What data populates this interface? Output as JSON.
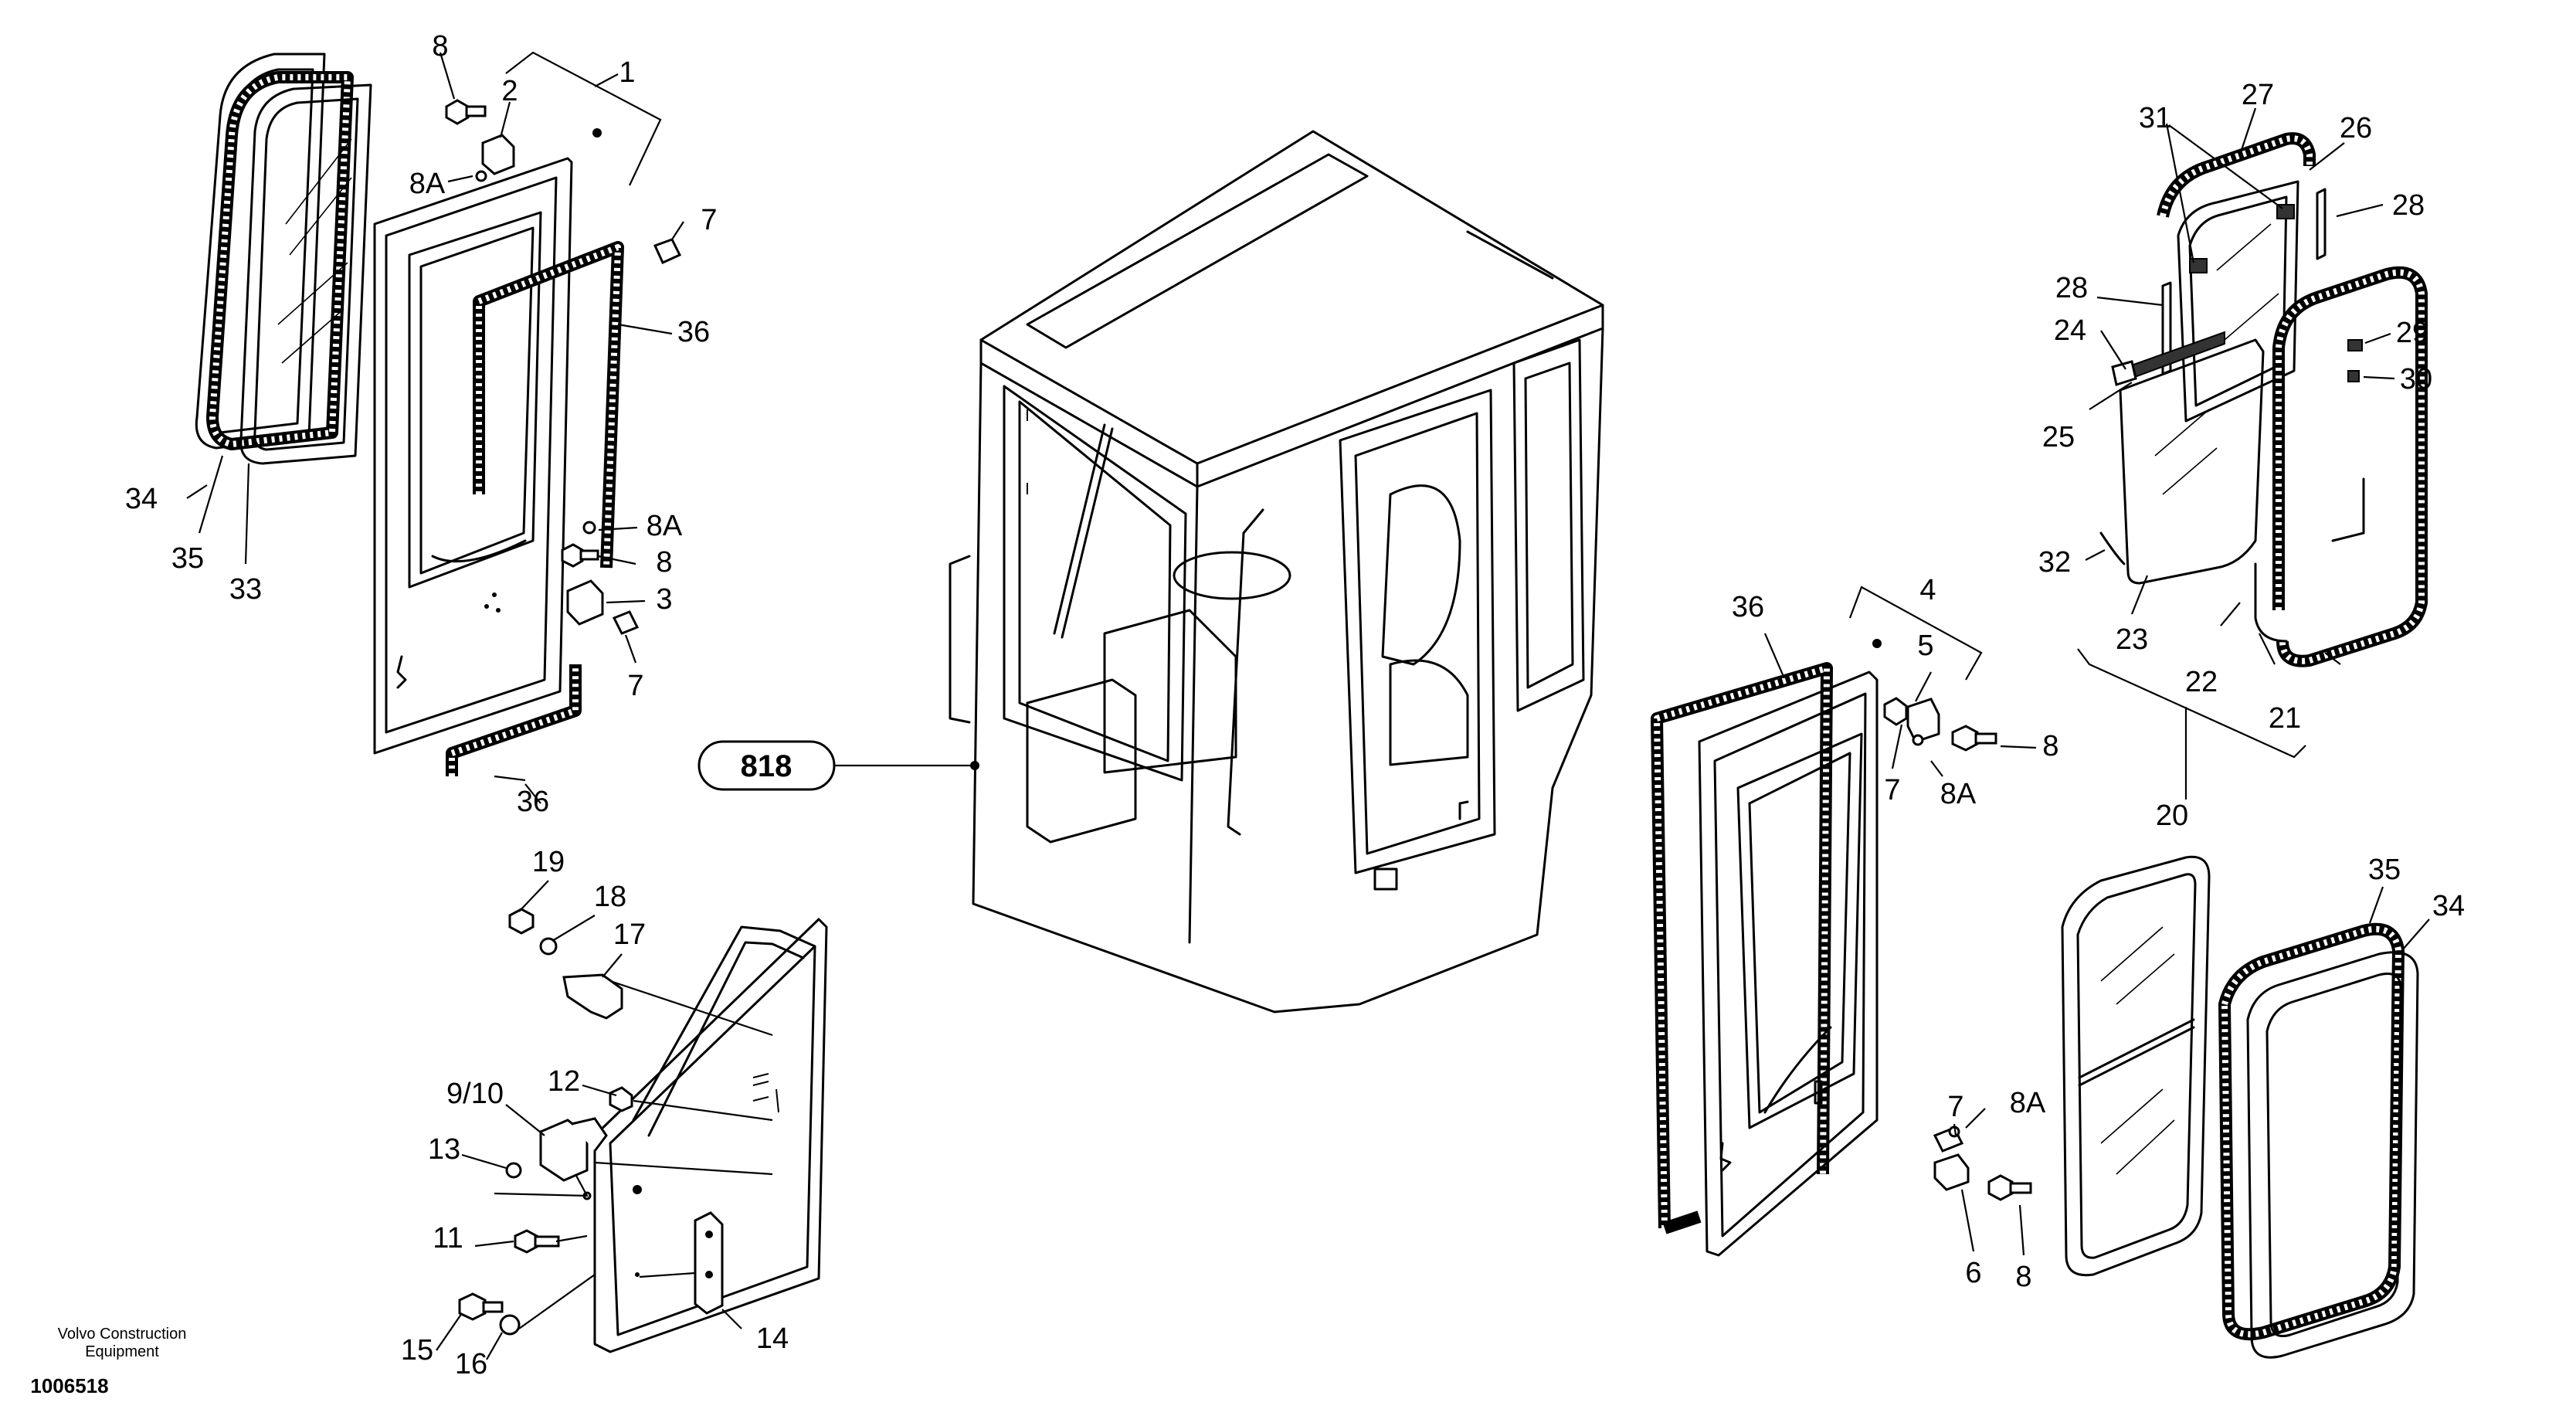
{
  "labels": {
    "l1": "1",
    "l2": "2",
    "l3": "3",
    "l4": "4",
    "l5": "5",
    "l6": "6",
    "l7a": "7",
    "l7b": "7",
    "l7c": "7",
    "l7d": "7",
    "l8a": "8",
    "l8b": "8",
    "l8c": "8",
    "l8d": "8",
    "l8Aa": "8A",
    "l8Ab": "8A",
    "l8Ac": "8A",
    "l8Ad": "8A",
    "l9_10": "9/10",
    "l11": "11",
    "l12": "12",
    "l13": "13",
    "l14": "14",
    "l15": "15",
    "l16": "16",
    "l17": "17",
    "l18": "18",
    "l19": "19",
    "l20": "20",
    "l21": "21",
    "l22": "22",
    "l23": "23",
    "l24": "24",
    "l25": "25",
    "l26": "26",
    "l27": "27",
    "l28a": "28",
    "l28b": "28",
    "l29": "29",
    "l30": "30",
    "l31": "31",
    "l32": "32",
    "l33": "33",
    "l34a": "34",
    "l34b": "34",
    "l35a": "35",
    "l35b": "35",
    "l36a": "36",
    "l36b": "36",
    "l36c": "36"
  },
  "reference": {
    "text": "818"
  },
  "footer": {
    "brand_line1": "Volvo Construction",
    "brand_line2": "Equipment",
    "drawing_id": "1006518"
  }
}
